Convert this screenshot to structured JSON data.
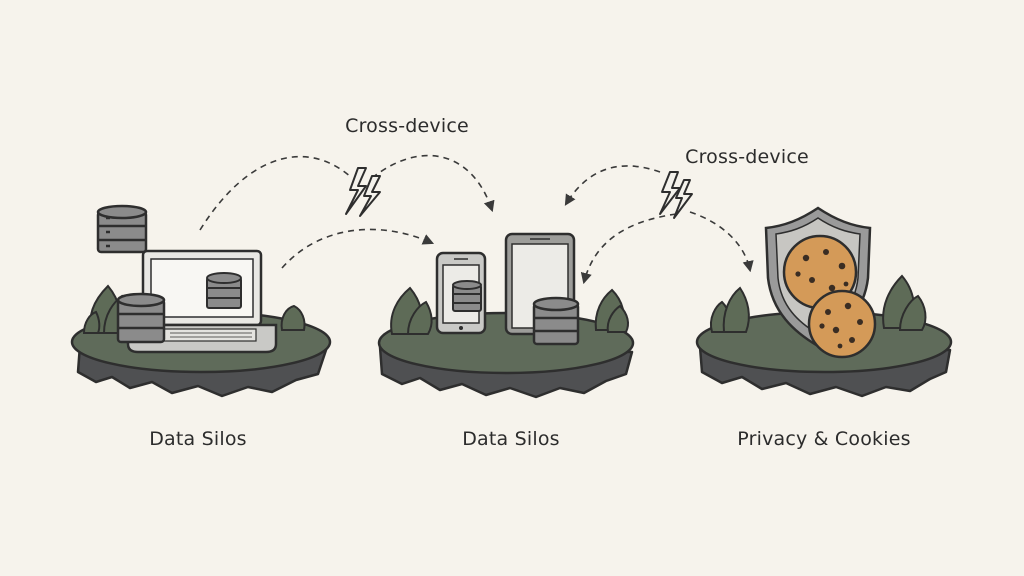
{
  "captions": {
    "left": "Data Silos",
    "middle": "Data Silos",
    "right": "Privacy & Cookies"
  },
  "arc_labels": {
    "first": "Cross-device",
    "second": "Cross-device"
  },
  "colors": {
    "background": "#f6f3ec",
    "grass": "#5f6b5a",
    "rock": "#4f5052",
    "device_gray": "#a7a7a7",
    "cookie": "#d49a58",
    "shield": "#9a9a9a"
  }
}
